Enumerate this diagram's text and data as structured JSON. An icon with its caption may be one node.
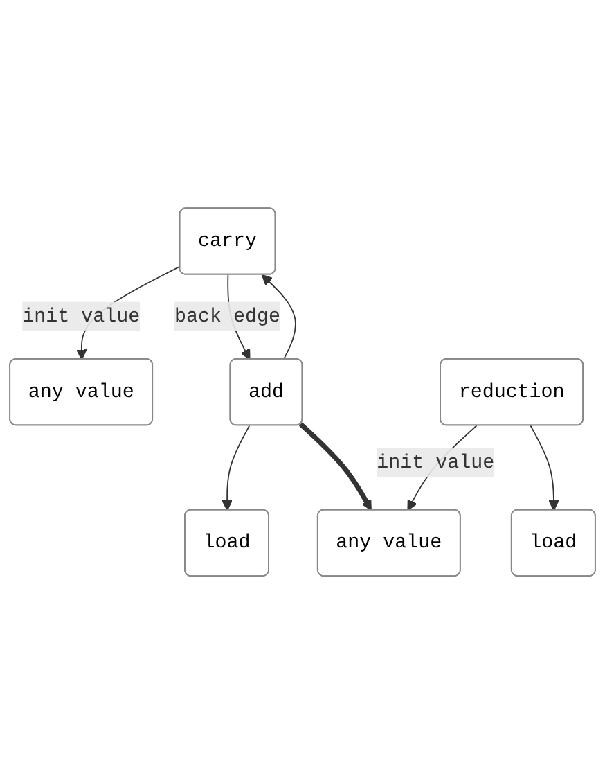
{
  "diagram": {
    "nodes": [
      {
        "text": [
          "any value"
        ]
      },
      {
        "text": [
          "carry"
        ]
      },
      {
        "text": [
          "load"
        ]
      },
      {
        "text": [
          "add"
        ]
      },
      {
        "text": [
          "any value"
        ]
      },
      {
        "text": [
          "reduction"
        ]
      },
      {
        "text": [
          "load"
        ]
      }
    ],
    "edges": [
      {
        "from": 1,
        "to": 0,
        "arrow": "to",
        "label": "init value"
      },
      {
        "from": 3,
        "to": 1,
        "arrow": "to"
      },
      {
        "from": 3,
        "to": 2,
        "arrow": "to"
      },
      {
        "from": 1,
        "to": 3,
        "arrow": "to",
        "label": "back edge"
      },
      {
        "from": 3,
        "to": 4,
        "arrow": "to",
        "style": "thick"
      },
      {
        "from": 5,
        "to": 4,
        "arrow": "to",
        "label": "init value"
      },
      {
        "from": 5,
        "to": 6,
        "arrow": "to"
      }
    ]
  }
}
